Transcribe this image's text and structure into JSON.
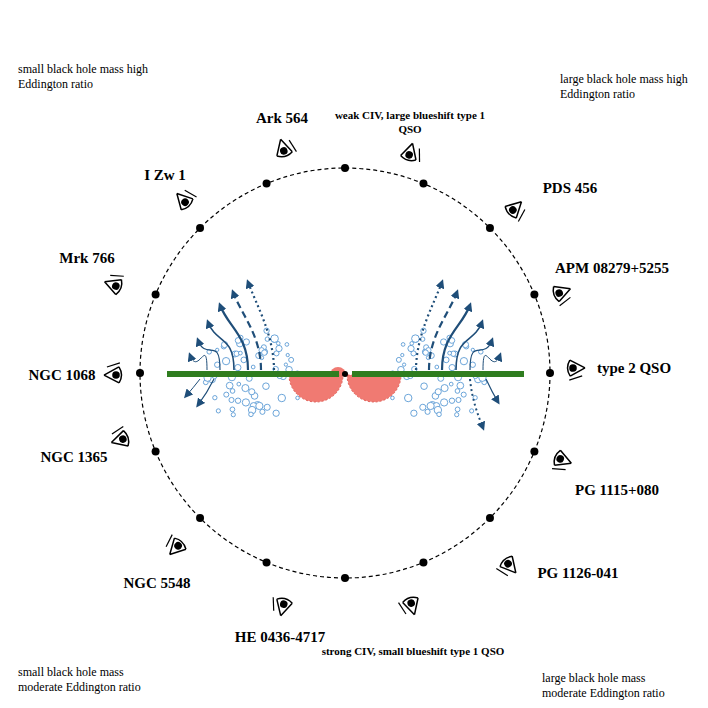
{
  "diagram": {
    "labels": [
      "small black hole mass high Eddington ratio",
      "large black hole mass high Eddington ratio",
      "Ark 564",
      "weak CIV, large blueshift type 1 QSO",
      "I Zw 1",
      "PDS 456",
      "APM 08279+5255",
      "Mrk 766",
      "NGC 1068",
      "type 2 QSO",
      "NGC 1365",
      "PG 1115+080",
      "NGC 5548",
      "PG 1126-041",
      "HE 0436-4717",
      "strong CIV, small blueshift type 1 QSO",
      "small black hole mass moderate Eddington ratio",
      "large black hole mass moderate Eddington ratio"
    ]
  }
}
